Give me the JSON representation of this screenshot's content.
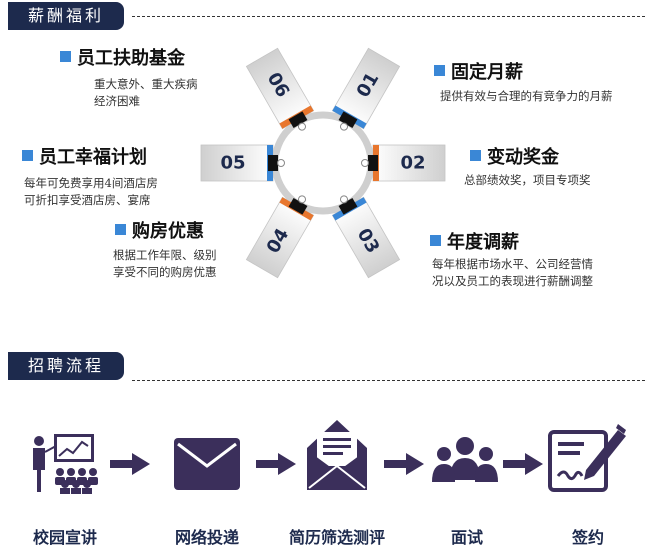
{
  "section1": {
    "title": "薪酬福利"
  },
  "section2": {
    "title": "招聘流程"
  },
  "wheel_labels": [
    "01",
    "02",
    "03",
    "04",
    "05",
    "06"
  ],
  "items": {
    "fixed_salary": {
      "title": "固定月薪",
      "desc": "提供有效与合理的有竞争力的月薪"
    },
    "bonus": {
      "title": "变动奖金",
      "desc": "总部绩效奖，项目专项奖"
    },
    "annual_raise": {
      "title": "年度调薪",
      "desc_lines": [
        "每年根据市场水平、公司经营情",
        "况以及员工的表现进行薪酬调整"
      ]
    },
    "housing": {
      "title": "购房优惠",
      "desc_lines": [
        "根据工作年限、级别",
        "享受不同的购房优惠"
      ]
    },
    "happiness": {
      "title": "员工幸福计划",
      "desc_lines": [
        "每年可免费享用4间酒店房",
        "可折扣享受酒店房、宴席"
      ]
    },
    "assistance": {
      "title": "员工扶助基金",
      "desc_lines": [
        "重大意外、重大疾病",
        "经济困难"
      ]
    }
  },
  "steps": [
    {
      "label": "校园宣讲",
      "icon": "presentation-icon"
    },
    {
      "label": "网络投递",
      "icon": "envelope-icon"
    },
    {
      "label": "简历筛选测评",
      "icon": "open-letter-icon"
    },
    {
      "label": "面试",
      "icon": "interview-group-icon"
    },
    {
      "label": "签约",
      "icon": "contract-pen-icon"
    }
  ],
  "colors": {
    "navy": "#1d2a4d",
    "blue": "#3a87d6",
    "orange": "#e8762d",
    "icon": "#3b2f5b"
  }
}
